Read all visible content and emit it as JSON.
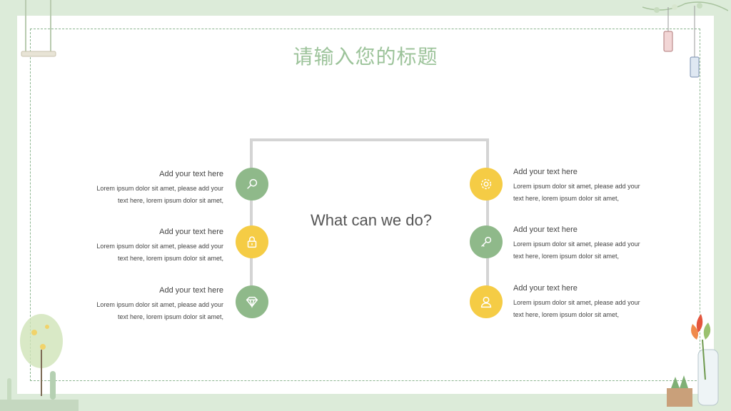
{
  "slide": {
    "title": "请输入您的标题",
    "center_text": "What can we do?"
  },
  "left_items": [
    {
      "heading": "Add your  text here",
      "body_line1": "Lorem ipsum dolor sit amet, please add your",
      "body_line2": "text here, lorem ipsum dolor sit amet,",
      "icon": "search-icon",
      "color": "#8fb98a"
    },
    {
      "heading": "Add your  text here",
      "body_line1": "Lorem ipsum dolor sit amet, please add your",
      "body_line2": "text here, lorem ipsum dolor sit amet,",
      "icon": "lock-icon",
      "color": "#f5cc45"
    },
    {
      "heading": "Add your  text here",
      "body_line1": "Lorem ipsum dolor sit amet, please add your",
      "body_line2": "text here, lorem ipsum dolor sit amet,",
      "icon": "diamond-icon",
      "color": "#8fb98a"
    }
  ],
  "right_items": [
    {
      "heading": "Add your  text here",
      "body_line1": "Lorem ipsum dolor sit amet, please add your",
      "body_line2": "text here, lorem ipsum dolor sit amet,",
      "icon": "gear-icon",
      "color": "#f5cc45"
    },
    {
      "heading": "Add your  text here",
      "body_line1": "Lorem ipsum dolor sit amet, please add your",
      "body_line2": "text here, lorem ipsum dolor sit amet,",
      "icon": "key-icon",
      "color": "#8fb98a"
    },
    {
      "heading": "Add your  text here",
      "body_line1": "Lorem ipsum dolor sit amet, please add your",
      "body_line2": "text here, lorem ipsum dolor sit amet,",
      "icon": "user-icon",
      "color": "#f5cc45"
    }
  ],
  "colors": {
    "background": "#dcebd9",
    "title": "#9cc39a",
    "green": "#8fb98a",
    "yellow": "#f5cc45",
    "connector": "#d4d4d4"
  }
}
